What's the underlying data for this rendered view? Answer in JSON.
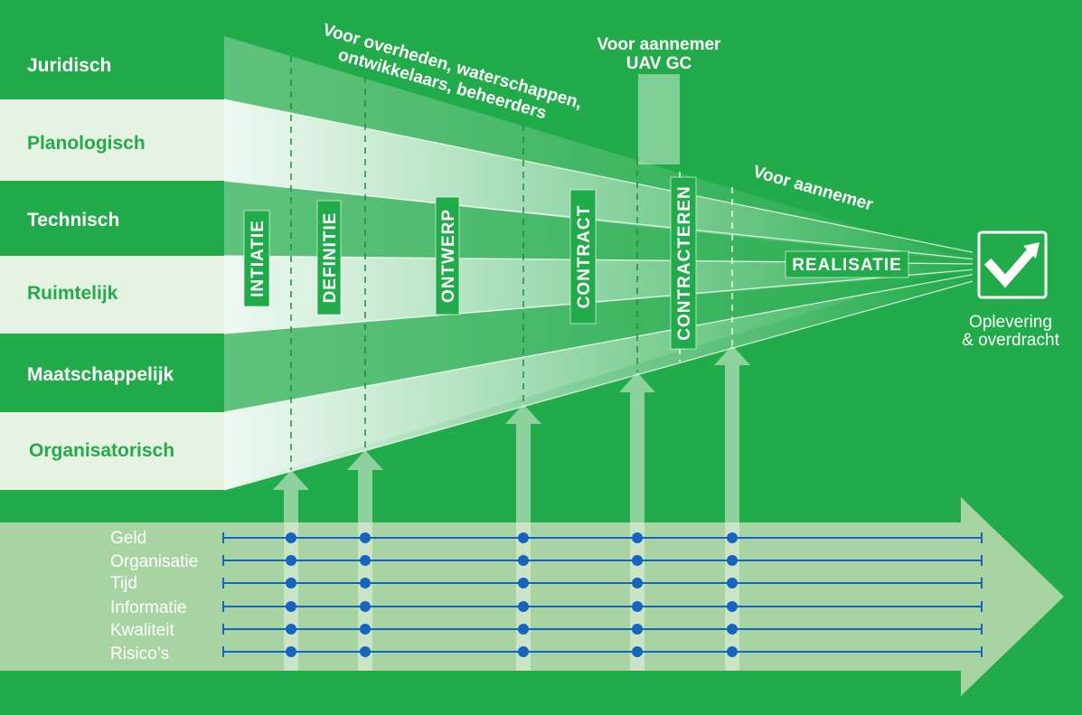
{
  "colors": {
    "background": "#22ab4a",
    "band_light": "#e6f3e2",
    "phase_box": "#22ab4a",
    "marker_blue": "#1565c0",
    "arrow_light": "#a8d3a2"
  },
  "categories": [
    {
      "label": "Juridisch",
      "style": "white-on-green"
    },
    {
      "label": "Planologisch",
      "style": "green-on-light"
    },
    {
      "label": "Technisch",
      "style": "white-on-green"
    },
    {
      "label": "Ruimtelijk",
      "style": "green-on-light"
    },
    {
      "label": "Maatschappelijk",
      "style": "white-on-green"
    },
    {
      "label": "Organisatorisch",
      "style": "green-on-light"
    }
  ],
  "headers": {
    "overheden_line1": "Voor overheden, waterschappen,",
    "overheden_line2": "ontwikkelaars, beheerders",
    "aannemer_uav_line1": "Voor aannemer",
    "aannemer_uav_line2": "UAV GC",
    "aannemer": "Voor aannemer"
  },
  "phases": [
    {
      "label": "INTIATIE",
      "orientation": "vertical"
    },
    {
      "label": "DEFINITIE",
      "orientation": "vertical"
    },
    {
      "label": "ONTWERP",
      "orientation": "vertical"
    },
    {
      "label": "CONTRACT",
      "orientation": "vertical"
    },
    {
      "label": "CONTRACTEREN",
      "orientation": "vertical"
    },
    {
      "label": "REALISATIE",
      "orientation": "horizontal"
    }
  ],
  "end_point": {
    "icon": "checkmark-arrow-icon",
    "line1": "Oplevering",
    "line2": "& overdracht"
  },
  "resources": [
    "Geld",
    "Organisatie",
    "Tijd",
    "Informatie",
    "Kwaliteit",
    "Risico’s"
  ]
}
